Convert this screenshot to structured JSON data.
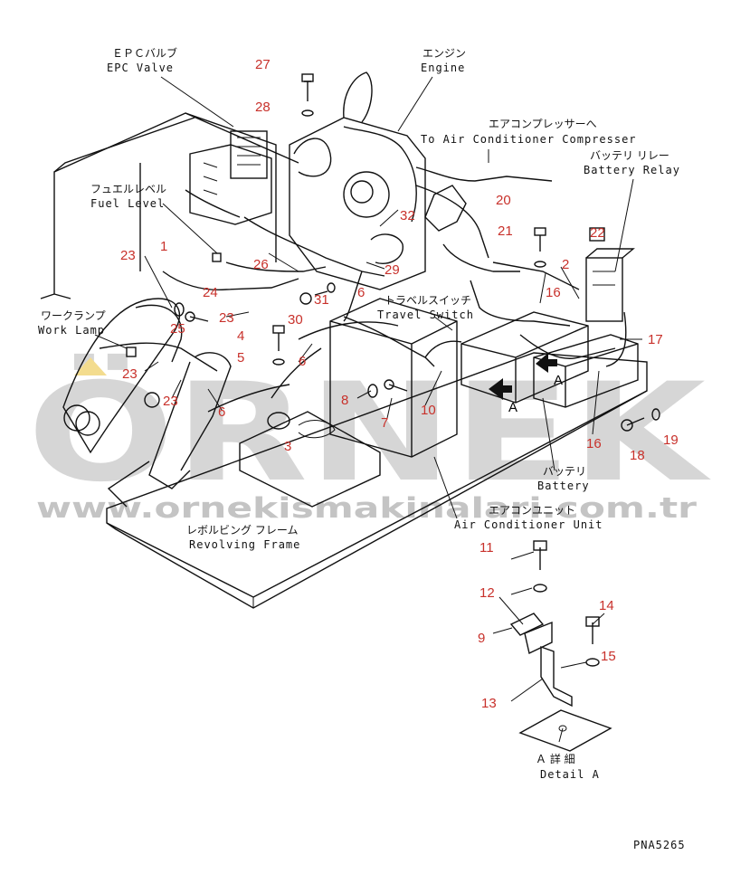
{
  "watermark": {
    "logo": "ÖRNEK",
    "url": "www.ornekismakinalari.com.tr",
    "color": "#cfcfcf",
    "accent": "#f3dc8e"
  },
  "labels": {
    "epc_jp": "ＥＰＣバルブ",
    "epc_en": "EPC Valve",
    "engine_jp": "エンジン",
    "engine_en": "Engine",
    "ac_comp_jp": "エアコンプレッサーへ",
    "ac_comp_en": "To Air Conditioner Compresser",
    "relay_jp": "バッテリ リレー",
    "relay_en": "Battery Relay",
    "fuel_jp": "フュエルレベル",
    "fuel_en": "Fuel Level",
    "lamp_jp": "ワークランプ",
    "lamp_en": "Work Lamp",
    "travel_jp": "トラベルスイッチ",
    "travel_en": "Travel Switch",
    "battery_jp": "バッテリ",
    "battery_en": "Battery",
    "acunit_jp": "エアコンユニット",
    "acunit_en": "Air Conditioner Unit",
    "frame_jp": "レボルビング フレーム",
    "frame_en": "Revolving Frame",
    "detail_jp": "Ａ 詳 細",
    "detail_en": "Detail A",
    "view_a1": "A",
    "view_a2": "A",
    "doc_code": "PNA5265"
  },
  "part_color": "#c8312b",
  "parts": [
    {
      "n": "27"
    },
    {
      "n": "28"
    },
    {
      "n": "20"
    },
    {
      "n": "21"
    },
    {
      "n": "22"
    },
    {
      "n": "2"
    },
    {
      "n": "32"
    },
    {
      "n": "1"
    },
    {
      "n": "23"
    },
    {
      "n": "26"
    },
    {
      "n": "29"
    },
    {
      "n": "24"
    },
    {
      "n": "31"
    },
    {
      "n": "6"
    },
    {
      "n": "16"
    },
    {
      "n": "17"
    },
    {
      "n": "30"
    },
    {
      "n": "25"
    },
    {
      "n": "23"
    },
    {
      "n": "4"
    },
    {
      "n": "5"
    },
    {
      "n": "23"
    },
    {
      "n": "6"
    },
    {
      "n": "23"
    },
    {
      "n": "6"
    },
    {
      "n": "8"
    },
    {
      "n": "10"
    },
    {
      "n": "7"
    },
    {
      "n": "16"
    },
    {
      "n": "19"
    },
    {
      "n": "18"
    },
    {
      "n": "3"
    },
    {
      "n": "11"
    },
    {
      "n": "12"
    },
    {
      "n": "14"
    },
    {
      "n": "9"
    },
    {
      "n": "15"
    },
    {
      "n": "13"
    }
  ]
}
